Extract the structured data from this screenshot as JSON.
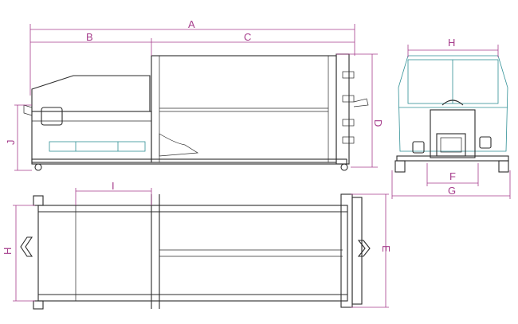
{
  "colors": {
    "dimension": "#a63d8c",
    "outline": "#2b2b2b",
    "accent": "#2f8f95"
  },
  "dimensions": {
    "A": "A",
    "B": "B",
    "C": "C",
    "D": "D",
    "E": "E",
    "F": "F",
    "G": "G",
    "H_top": "H",
    "H_left": "H",
    "I": "I",
    "J": "J"
  }
}
